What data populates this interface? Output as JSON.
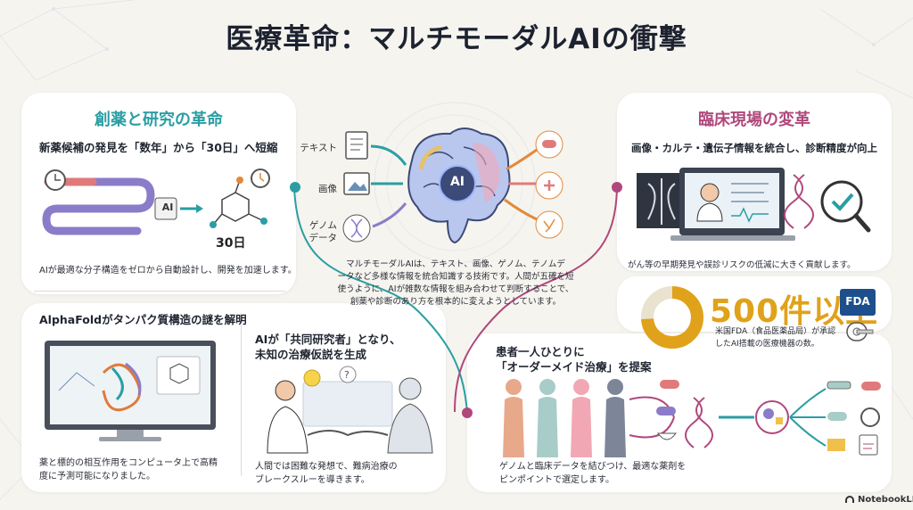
{
  "title": "医療革命：マルチモーダルAIの衝撃",
  "left": {
    "heading": "創薬と研究の革命",
    "block1": {
      "title": "新薬候補の発見を「数年」から「30日」へ短縮",
      "ai_chip": "AI",
      "days": "30日",
      "desc": "AIが最適な分子構造をゼロから自動設計し、開発を加速します。"
    },
    "block2": {
      "title": "AlphaFoldがタンパク質構造の謎を解明",
      "desc_line1": "薬と標的の相互作用をコンピュータ上で高精",
      "desc_line2": "度に予測可能になりました。"
    },
    "block3": {
      "title_line1": "AIが「共同研究者」となり、",
      "title_line2": "未知の治療仮説を生成",
      "desc_line1": "人間では困難な発想で、難病治療の",
      "desc_line2": "ブレークスルーを導きます。"
    }
  },
  "center": {
    "inputs": [
      "テキスト",
      "画像",
      "ゲノム\nデータ"
    ],
    "input_line1": "テキスト",
    "input_line2": "画像",
    "input_line3a": "ゲノム",
    "input_line3b": "データ",
    "brain_label": "AI",
    "text_line1": "マルチモーダルAIは、テキスト、画像、ゲノム、テノムデ",
    "text_line2": "ータなど多様な情報を統合知識する技術です。人間が五確を短",
    "text_line3": "使うように、AIが雑数な情報を組み合わせて判断することで、",
    "text_line4": "創薬や診断のあり方を根本的に変えようとしています。"
  },
  "right": {
    "heading": "臨床現場の変革",
    "block1": {
      "title": "画像・カルテ・遺伝子情報を統合し、診断精度が向上",
      "desc": "がん等の早期発見や誤診リスクの低減に大きく貢献します。"
    },
    "block2": {
      "big": "500件以上",
      "desc_line1": "米国FDA（食品医薬品局）が承認",
      "desc_line2": "したAI搭載の医療機器の数。",
      "fda": "FDA"
    },
    "block3": {
      "title_line1": "患者一人ひとりに",
      "title_line2": "「オーダーメイド治療」を提案",
      "desc_line1": "ゲノムと臨床データを結びつけ、最適な薬剤を",
      "desc_line2": "ピンポイントで選定します。"
    }
  },
  "footer": "NotebookLM",
  "colors": {
    "teal": "#2a9ea3",
    "rose": "#b0487c",
    "gold": "#e0a21a"
  }
}
